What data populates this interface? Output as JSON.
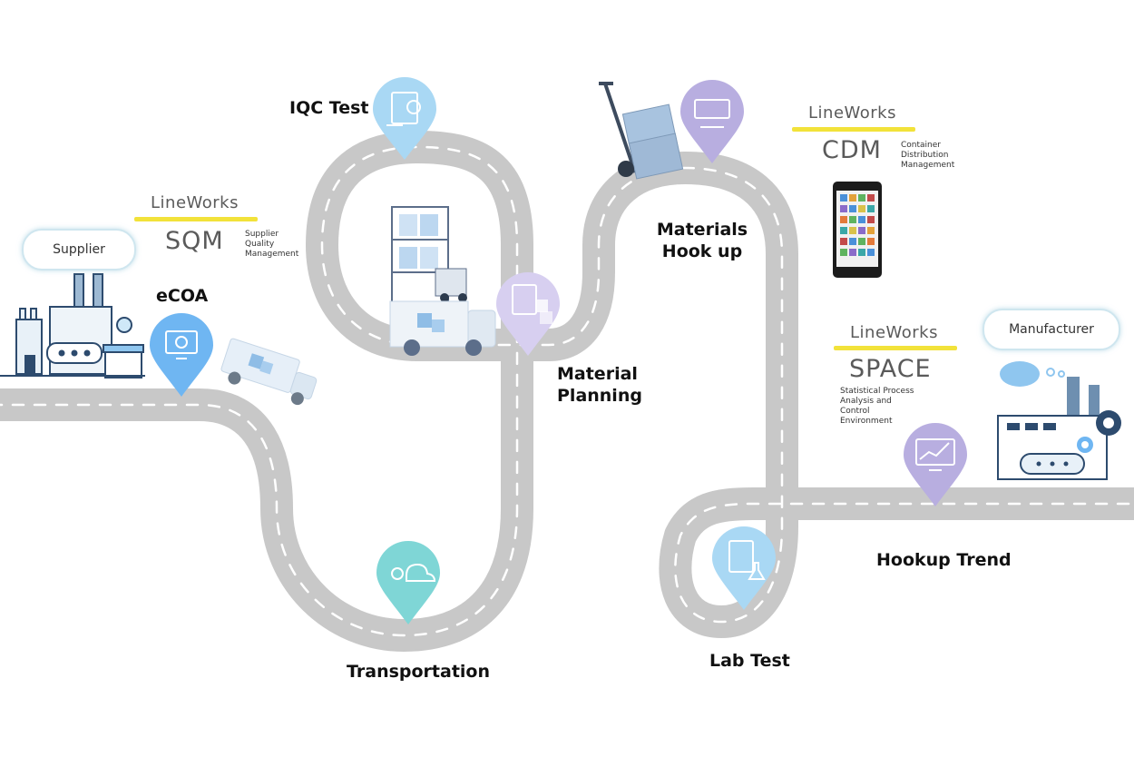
{
  "stages": {
    "ecoa": "eCOA",
    "iqc_test": "IQC Test",
    "materials_hookup_line1": "Materials",
    "materials_hookup_line2": "Hook up",
    "material_planning_line1": "Material",
    "material_planning_line2": "Planning",
    "transportation": "Transportation",
    "lab_test": "Lab Test",
    "hookup_trend": "Hookup Trend"
  },
  "parties": {
    "supplier": "Supplier",
    "manufacturer": "Manufacturer"
  },
  "products": {
    "sqm": {
      "brand": "LineWorks",
      "name": "SQM",
      "desc": [
        "Supplier",
        "Quality",
        "Management"
      ]
    },
    "cdm": {
      "brand": "LineWorks",
      "name": "CDM",
      "desc": [
        "Container",
        "Distribution",
        "Management"
      ]
    },
    "space": {
      "brand": "LineWorks",
      "name": "SPACE",
      "desc": [
        "Statistical Process",
        "Analysis and",
        "Control",
        "Environment"
      ]
    }
  },
  "colors": {
    "road": "#c8c8c8",
    "road_dash": "#ffffff",
    "accent_yellow": "#f2e23a",
    "pin_blue": "#6fb6f2",
    "pin_lightblue": "#a9d8f4",
    "pin_purple": "#b8aee0",
    "pin_teal": "#7fd6d6",
    "line_navy": "#2d4b6e"
  },
  "icons": {
    "ecoa_pin": "monitor-search-icon",
    "iqc_pin": "clipboard-microscope-icon",
    "hookup_pin": "conveyor-icon",
    "planning_pin": "clipboard-boxes-icon",
    "transport_pin": "cloud-network-icon",
    "labtest_pin": "clipboard-flask-icon",
    "trend_pin": "monitor-chart-icon"
  }
}
